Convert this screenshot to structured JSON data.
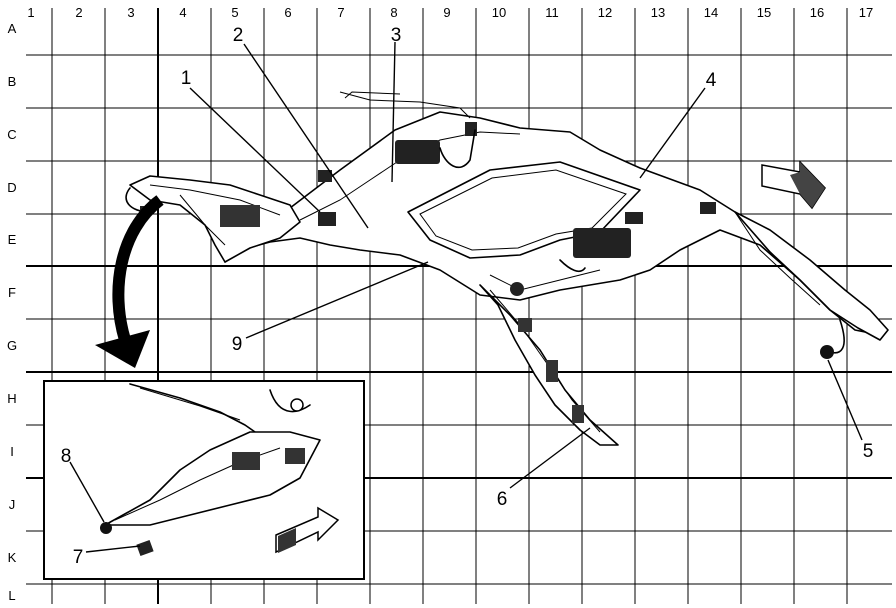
{
  "grid": {
    "columns": [
      "1",
      "2",
      "3",
      "4",
      "5",
      "6",
      "7",
      "8",
      "9",
      "10",
      "11",
      "12",
      "13",
      "14",
      "15",
      "16",
      "17"
    ],
    "rows": [
      "A",
      "B",
      "C",
      "D",
      "E",
      "F",
      "G",
      "H",
      "I",
      "J",
      "K",
      "L"
    ]
  },
  "callouts": [
    "1",
    "2",
    "3",
    "4",
    "5",
    "6",
    "7",
    "8",
    "9"
  ]
}
